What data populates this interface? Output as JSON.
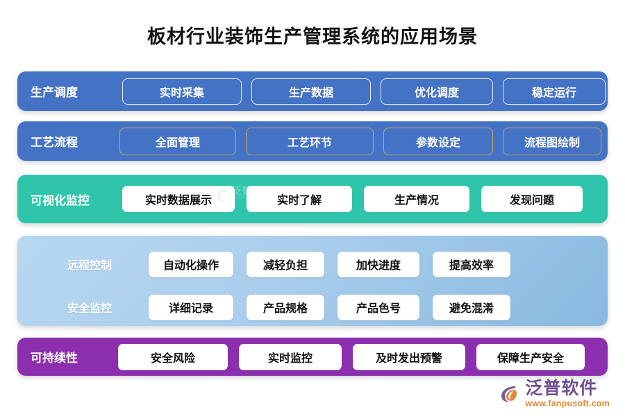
{
  "page": {
    "title": "板材行业装饰生产管理系统的应用场景",
    "background_color": "#ffffff"
  },
  "bands": {
    "production": {
      "label": "生产调度",
      "background_color": "#4472C4",
      "chip_style": "outlined-white",
      "chips": [
        "实时采集",
        "生产数据",
        "优化调度",
        "稳定运行"
      ]
    },
    "process": {
      "label": "工艺流程",
      "background_color": "#4472C4",
      "chip_border_color": "#c9a961",
      "chip_style": "outlined-gold",
      "chips": [
        "全面管理",
        "工艺环节",
        "参数设定",
        "流程图绘制"
      ]
    },
    "visual": {
      "label": "可视化监控",
      "background_color": "#2EC5AA",
      "chip_style": "filled-white",
      "chips": [
        "实时数据展示",
        "实时了解",
        "生产情况",
        "发现问题"
      ]
    },
    "remote_block": {
      "background_color": "#a9cdec",
      "chip_style": "filled-white",
      "rows": [
        {
          "label": "远程控制",
          "chips": [
            "自动化操作",
            "减轻负担",
            "加快进度",
            "提高效率"
          ]
        },
        {
          "label": "安全监控",
          "chips": [
            "详细记录",
            "产品规格",
            "产品色号",
            "避免混淆"
          ]
        }
      ]
    },
    "sustain": {
      "label": "可持续性",
      "background_color": "#8B2FAE",
      "chip_style": "filled-white",
      "chips": [
        "安全风险",
        "实时监控",
        "及时发出预警",
        "保障生产安全"
      ]
    }
  },
  "watermark": {
    "name": "泛普软件",
    "sub": "FANPU SOFTWARE"
  },
  "brand": {
    "name": "泛普软件",
    "url": "www.fanpusoft.com",
    "mark_colors": {
      "ring": "#7a5b9c",
      "leaf": "#e08a3c"
    }
  }
}
